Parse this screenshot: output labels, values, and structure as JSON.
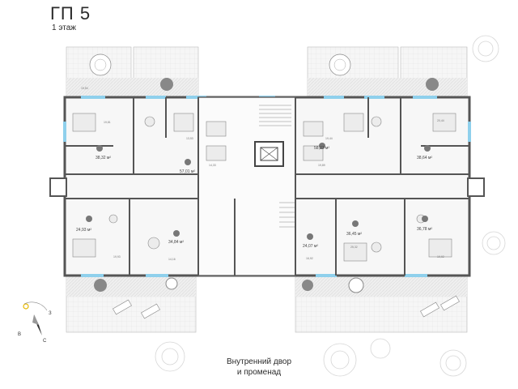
{
  "header": {
    "title": "ГП 5",
    "subtitle": "1 этаж"
  },
  "courtyard_caption": {
    "line1": "Внутренний двор",
    "line2": "и променад"
  },
  "compass": {
    "east": "З",
    "west": "В",
    "south": "С"
  },
  "apartments": [
    {
      "id": "apt-1",
      "area": "38,32 м²"
    },
    {
      "id": "apt-2",
      "area": "57,01 м²"
    },
    {
      "id": "apt-3",
      "area": "58,27 м²"
    },
    {
      "id": "apt-4",
      "area": "38,64 м²"
    },
    {
      "id": "apt-5",
      "area": "24,93 м²"
    },
    {
      "id": "apt-6",
      "area": "34,84 м²"
    },
    {
      "id": "apt-7",
      "area": "24,07 м²"
    },
    {
      "id": "apt-8",
      "area": "36,45 м²"
    },
    {
      "id": "apt-9",
      "area": "36,78 м²"
    }
  ],
  "room_areas": [
    "19,81",
    "13,53",
    "14,33",
    "19,89",
    "19,44",
    "20,44",
    "19,93",
    "14,16",
    "25,32",
    "19,92",
    "16,92",
    "19,54"
  ],
  "colors": {
    "wall": "#5a5a5a",
    "floor": "#f4f4f4",
    "terrace": "#e6e6e6",
    "tree": "#dcdcdc",
    "window": "#8fd0ec",
    "accent": "#e6b800"
  }
}
